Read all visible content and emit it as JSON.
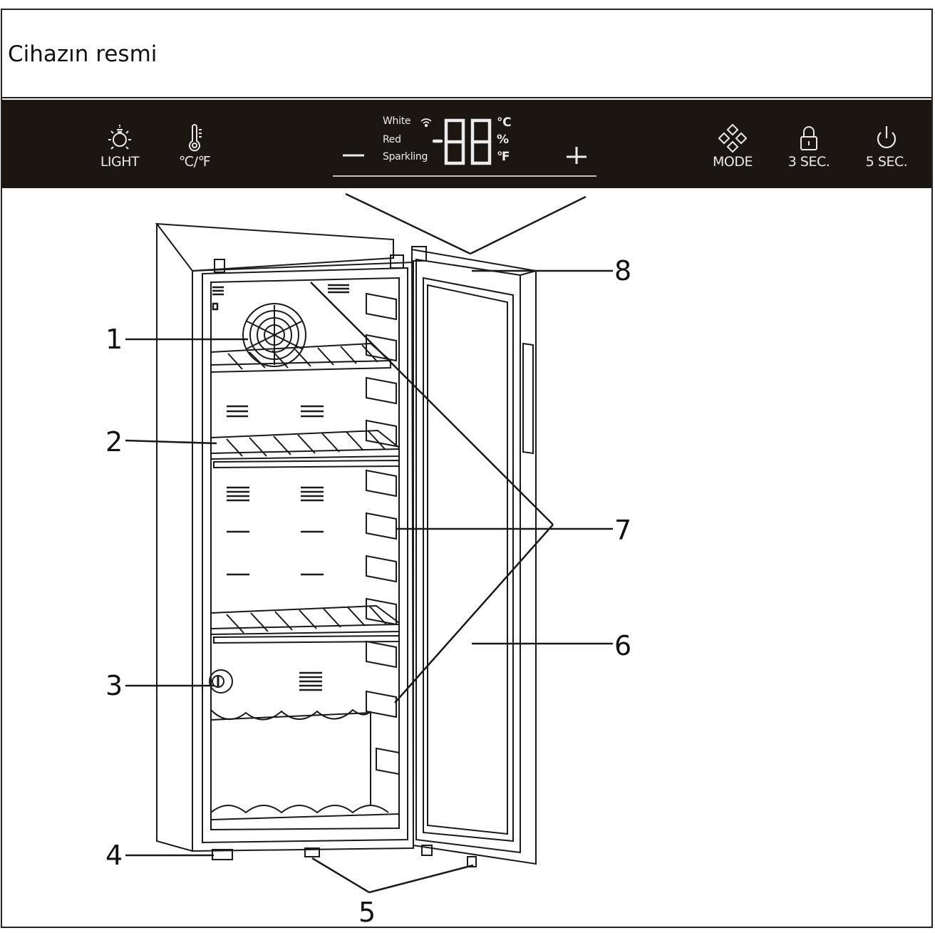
{
  "header": {
    "title": "Cihazın resmi"
  },
  "control_panel": {
    "buttons_left": [
      {
        "label": "LIGHT",
        "icon": "light-bulb-icon"
      },
      {
        "label": "℃/℉",
        "icon": "thermometer-icon"
      }
    ],
    "display": {
      "wine_types": [
        "White",
        "Red",
        "Sparkling"
      ],
      "digits": "-88",
      "units": [
        "℃",
        "%",
        "℉"
      ],
      "minus_label": "—",
      "plus_label": "+",
      "wifi_icon": "wifi-icon"
    },
    "buttons_right": [
      {
        "label": "MODE",
        "icon": "mode-diamond-icon"
      },
      {
        "label": "3 SEC.",
        "icon": "lock-icon"
      },
      {
        "label": "5 SEC.",
        "icon": "power-icon"
      }
    ],
    "colors": {
      "panel_bg": "#1b1612",
      "panel_text": "#e9e9e9"
    }
  },
  "callouts": [
    "1",
    "2",
    "3",
    "4",
    "5",
    "6",
    "7",
    "8"
  ]
}
